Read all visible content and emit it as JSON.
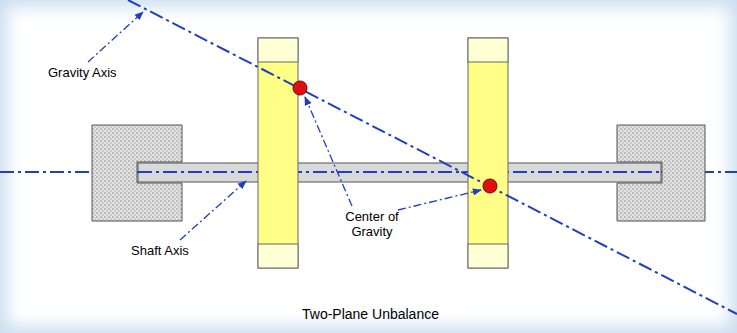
{
  "diagram": {
    "caption": "Two-Plane Unbalance",
    "labels": [
      "Gravity Axis",
      "Center of Gravity",
      "Shaft Axis"
    ]
  }
}
